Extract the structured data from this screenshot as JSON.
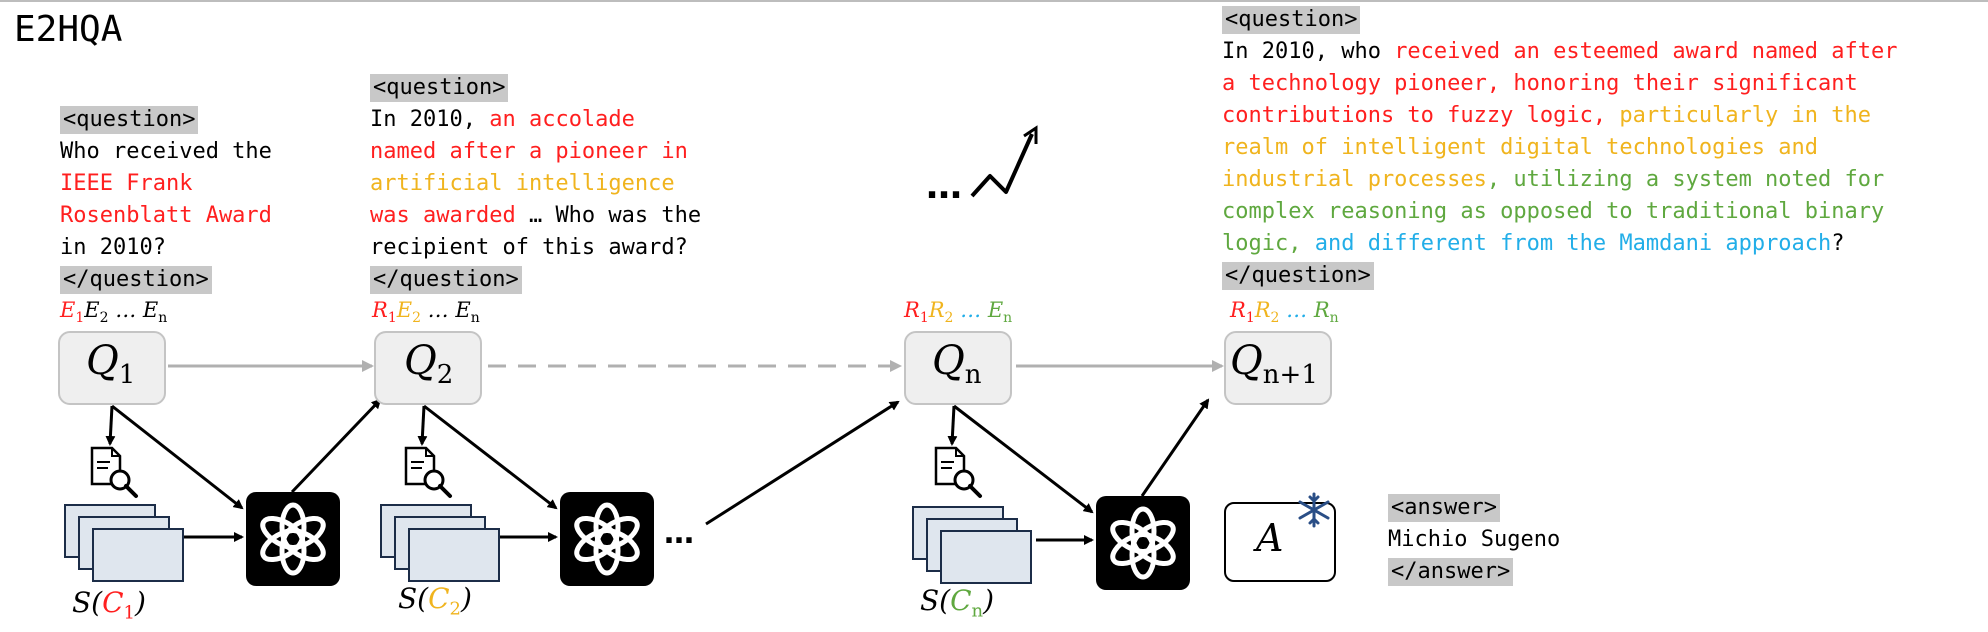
{
  "title": "E2HQA",
  "tags": {
    "q_open": "<question>",
    "q_close": "</question>",
    "a_open": "<answer>",
    "a_close": "</answer>"
  },
  "q1_text": {
    "line1": "Who received the",
    "line2": "IEEE Frank",
    "line3": "Rosenblatt Award",
    "line4": "in 2010?"
  },
  "q2_text": {
    "l1_black": "In 2010, ",
    "l1_red": "an accolade",
    "l2_red": "named after a pioneer in",
    "l3_yellow": "artificial intelligence",
    "l4_red": "was awarded",
    "l4_black": " … Who was the",
    "l5": "recipient of this award?"
  },
  "qn1_text": {
    "l1_black": "In 2010, who ",
    "l1_red": "received an esteemed award named after",
    "l2_red": "a technology pioneer, honoring their significant",
    "l3_red": "contributions to fuzzy logic,",
    "l3_yellow": " particularly in the",
    "l4_yellow": "realm of intelligent digital technologies and",
    "l5_yellow": "industrial processes",
    "l5_green": ", utilizing a system noted for",
    "l6_green": "complex reasoning as opposed to traditional binary",
    "l7_green": "logic,",
    "l7_blue": " and different from the Mamdani approach",
    "l7_black": "?"
  },
  "ellipsis": "…",
  "nodes": {
    "q1": {
      "letter": "Q",
      "sub": "1"
    },
    "q2": {
      "letter": "Q",
      "sub": "2"
    },
    "qn": {
      "letter": "Q",
      "sub": "n"
    },
    "qn1": {
      "letter": "Q",
      "sub": "n+1"
    }
  },
  "sequences": {
    "s1": {
      "a": "E",
      "a_sub": "1",
      "b": "E",
      "b_sub": "2",
      "dots": " … ",
      "c": "E",
      "c_sub": "n"
    },
    "s2": {
      "a": "R",
      "a_sub": "1",
      "b": "E",
      "b_sub": "2",
      "dots": " … ",
      "c": "E",
      "c_sub": "n"
    },
    "s3": {
      "a": "R",
      "a_sub": "1",
      "b": "R",
      "b_sub": "2",
      "dots": " … ",
      "c": "E",
      "c_sub": "n"
    },
    "s4": {
      "a": "R",
      "a_sub": "1",
      "b": "R",
      "b_sub": "2",
      "dots": " … ",
      "c": "R",
      "c_sub": "n"
    }
  },
  "summaries": {
    "c1": {
      "pre": "S(",
      "c": "C",
      "sub": "1",
      "post": ")"
    },
    "c2": {
      "pre": "S(",
      "c": "C",
      "sub": "2",
      "post": ")"
    },
    "cn": {
      "pre": "S(",
      "c": "C",
      "sub": "n",
      "post": ")"
    }
  },
  "answer_symbol": "A",
  "answer_value": "Michio Sugeno",
  "colors": {
    "red": "#ff1f1f",
    "yellow": "#f0b41e",
    "green": "#5fa83f",
    "blue": "#22aee8",
    "gray_arrow": "#b0b0b0",
    "snow": "#2a4e86"
  },
  "icons": [
    "search-document-icon",
    "openai-logo-icon",
    "snowflake-icon",
    "trend-arrow-icon"
  ]
}
